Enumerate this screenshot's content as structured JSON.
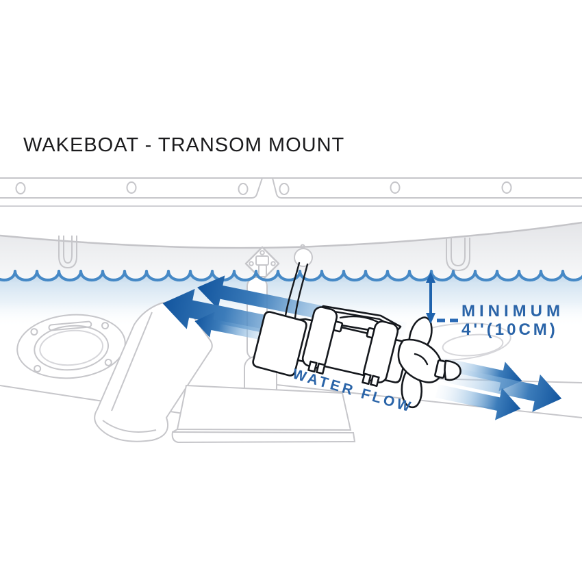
{
  "page": {
    "title": "WAKEBOAT - TRANSOM MOUNT"
  },
  "diagram": {
    "water_flow_label": "WATER FLOW",
    "clearance_label_line1": "MINIMUM",
    "clearance_label_line2": "4''(10CM)"
  },
  "colors": {
    "label_blue": "#2a64a8",
    "measure_blue": "#1f63ad",
    "wave_blue": "#4689c6",
    "arrow_dark_blue": "#12559e",
    "line_gray": "#c6c6ca",
    "ink": "#15181d"
  },
  "icons": {
    "left_flow_arrows": "gradient-arrows-up-left",
    "right_flow_arrows": "gradient-arrows-down-right",
    "clearance_measure_arrow": "double-headed-vertical-arrow",
    "waterline": "scalloped-wave-line"
  }
}
